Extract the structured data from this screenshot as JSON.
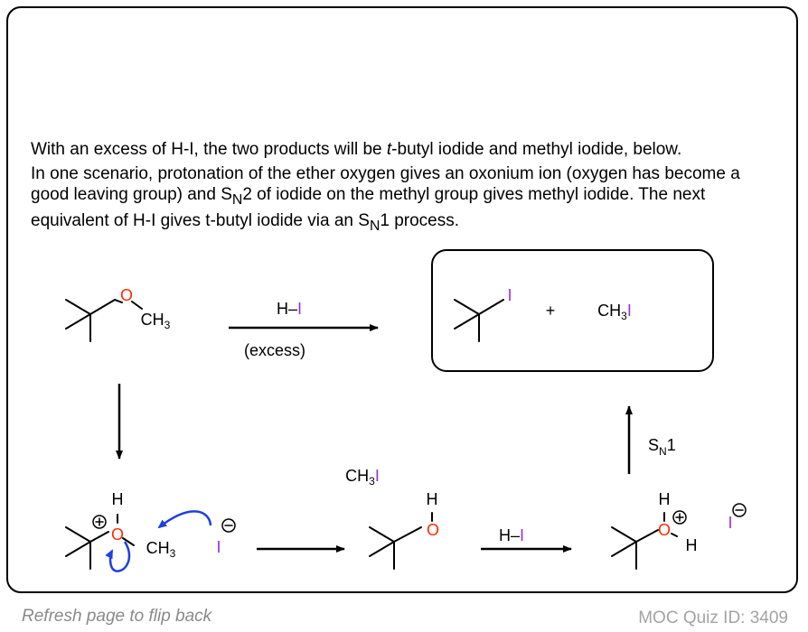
{
  "text": {
    "line1_pre": "With an excess of H-I, the two products will be ",
    "line1_em": "t",
    "line1_post": "-butyl iodide and methyl iodide, below.",
    "p2_a": "In one scenario, protonation of the ether oxygen gives an oxonium ion (oxygen has become a good leaving group) and S",
    "p2_sub1": "N",
    "p2_b": "2 of iodide on the methyl group gives methyl iodide. The next equivalent of H-I gives t-butyl iodide via an S",
    "p2_sub2": "N",
    "p2_c": "1 process."
  },
  "atoms": {
    "O": "O",
    "H": "H",
    "I": "I",
    "CH": "CH",
    "sub3": "3",
    "plus": "+"
  },
  "reagents": {
    "H": "H",
    "dash": "–",
    "I": "I",
    "excess": "(excess)",
    "sn": "S",
    "sn_sub": "N",
    "sn_num": "1"
  },
  "footer": {
    "left": "Refresh page to flip back",
    "right": "MOC Quiz ID: 3409"
  },
  "colors": {
    "oxygen": "#ff2a00",
    "iodine": "#9b2fd6",
    "curved_arrow": "#1f3fe0",
    "footer": "#8a8a8a"
  }
}
